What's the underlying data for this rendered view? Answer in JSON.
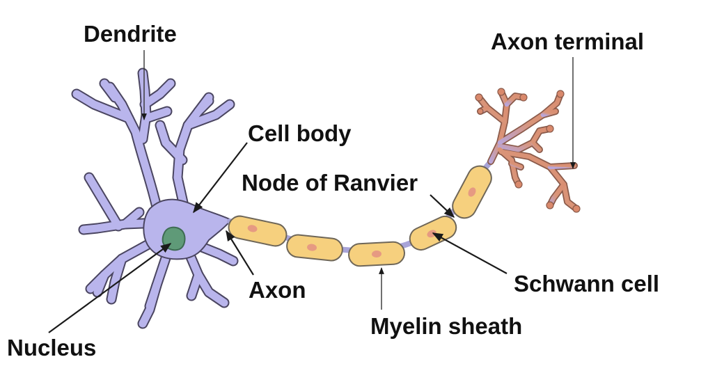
{
  "labels": {
    "dendrite": "Dendrite",
    "cell_body": "Cell body",
    "node_of_ranvier": "Node of Ranvier",
    "axon_terminal": "Axon terminal",
    "nucleus": "Nucleus",
    "axon": "Axon",
    "myelin_sheath": "Myelin sheath",
    "schwann_cell": "Schwann cell"
  },
  "colors": {
    "neuron_body": "#b9b5ec",
    "neuron_outline": "#4a4560",
    "nucleus": "#5f9a78",
    "myelin": "#f6d07e",
    "myelin_outline": "#6e6658",
    "schwann_nucleus": "#e69a82",
    "terminal": "#d99478",
    "background": "#ffffff"
  }
}
